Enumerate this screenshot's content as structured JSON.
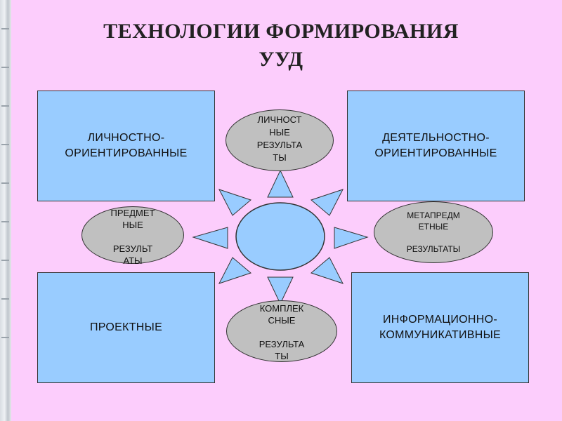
{
  "slide": {
    "title_line1": "ТЕХНОЛОГИИ ФОРМИРОВАНИЯ",
    "title_line2": "УУД",
    "background_color": "#fccdfc",
    "box_color": "#99ccff",
    "ellipse_color": "#c0c0c0"
  },
  "boxes": {
    "top_left": "ЛИЧНОСТНО-\nОРИЕНТИРОВАННЫЕ",
    "top_right": "ДЕЯТЕЛЬНОСТНО-\nОРИЕНТИРОВАННЫЕ",
    "bottom_left": "ПРОЕКТНЫЕ",
    "bottom_right": "ИНФОРМАЦИОННО-\nКОММУНИКАТИВНЫЕ"
  },
  "results": {
    "top": "ЛИЧНОСТ\nНЫЕ\nРЕЗУЛЬТА\nТЫ",
    "left": "ПРЕДМЕТ\nНЫЕ\n\nРЕЗУЛЬТ\nАТЫ",
    "right": "МЕТАПРЕДМ\nЕТНЫЕ\n\nРЕЗУЛЬТАТЫ",
    "bottom": "КОМПЛЕК\nСНЫЕ\n\nРЕЗУЛЬТА\nТЫ"
  }
}
